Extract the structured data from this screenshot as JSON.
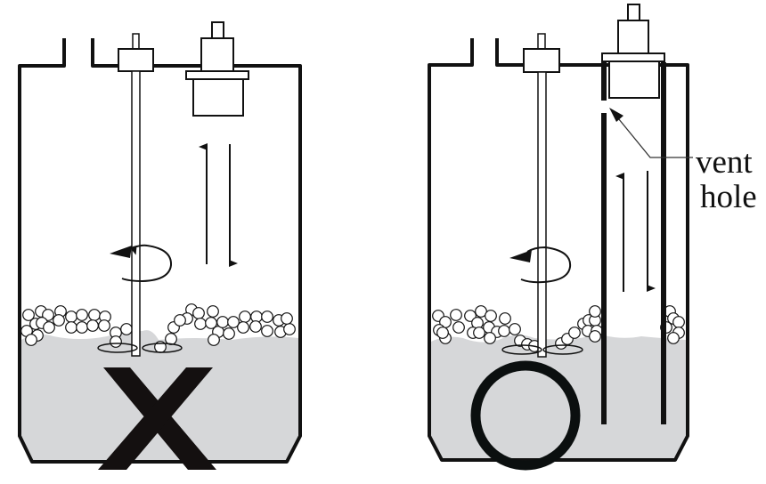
{
  "diagram": {
    "left_tank": {
      "status": "incorrect",
      "mark_icon": "x-mark-icon"
    },
    "right_tank": {
      "status": "correct",
      "mark_icon": "o-mark-icon"
    },
    "labels": {
      "vent": "vent",
      "hole": "hole"
    },
    "colors": {
      "outline": "#111111",
      "liquid": "#d6d7d9",
      "mark": "#141010"
    }
  }
}
